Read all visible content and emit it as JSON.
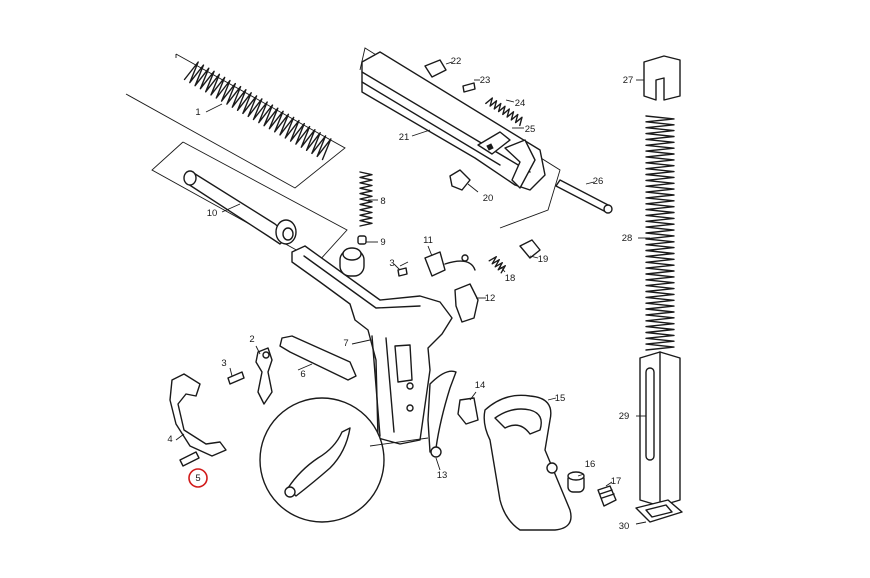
{
  "colors": {
    "ink": "#1a1a1a",
    "background": "#ffffff",
    "highlight": "#d11a1a"
  },
  "callouts": [
    "1",
    "2",
    "3",
    "3",
    "4",
    "5",
    "6",
    "7",
    "8",
    "9",
    "10",
    "11",
    "12",
    "13",
    "14",
    "15",
    "16",
    "17",
    "18",
    "19",
    "20",
    "21",
    "22",
    "23",
    "24",
    "25",
    "26",
    "27",
    "28",
    "29",
    "30"
  ],
  "highlighted_part": "5"
}
